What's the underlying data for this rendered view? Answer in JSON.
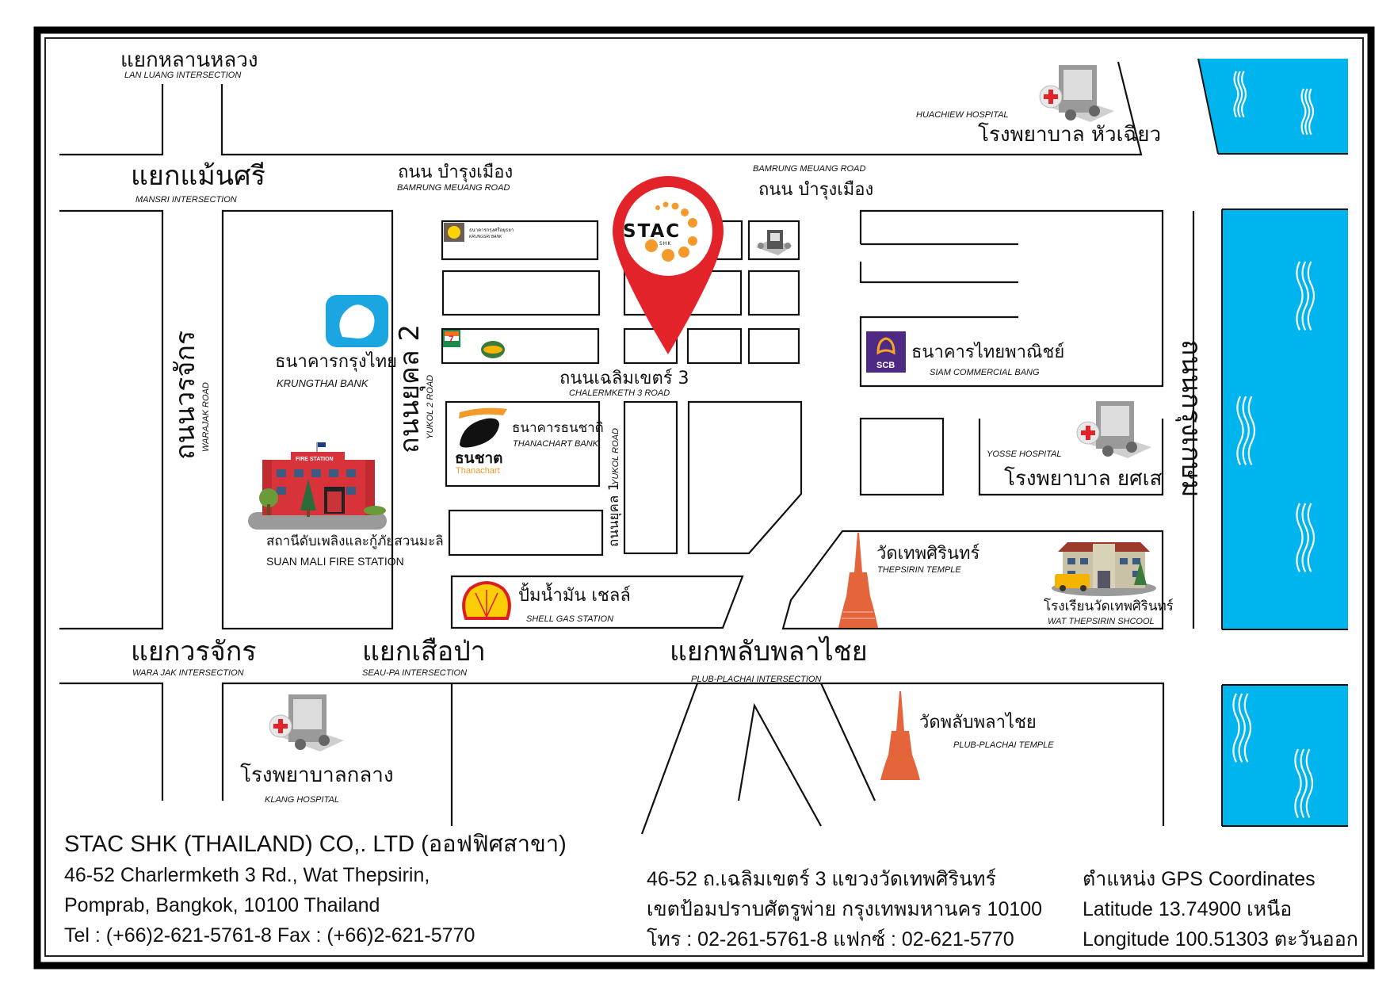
{
  "map": {
    "intersections": {
      "lan_luang": {
        "th": "แยกหลานหลวง",
        "en": "LAN LUANG INTERSECTION"
      },
      "mansri": {
        "th": "แยกแม้นศรี",
        "en": "MANSRI INTERSECTION"
      },
      "wara_jak": {
        "th": "แยกวรจักร",
        "en": "WARA JAK INTERSECTION"
      },
      "seau_pa": {
        "th": "แยกเสือป่า",
        "en": "SEAU-PA INTERSECTION"
      },
      "plub_plachai": {
        "th": "แยกพลับพลาไชย",
        "en": "PLUB-PLACHAI INTERSECTION"
      }
    },
    "roads": {
      "bamrung_meuang_left": {
        "th": "ถนน บำรุงเมือง",
        "en": "BAMRUNG MEUANG ROAD"
      },
      "bamrung_meuang_right": {
        "th": "ถนน บำรุงเมือง",
        "en": "BAMRUNG MEUANG ROAD"
      },
      "warajak": {
        "th": "ถนนวรจักร",
        "en": "WARAJAK ROAD"
      },
      "yukol2": {
        "th": "ถนนยุคล 2",
        "en": "YUKOL 2 ROAD"
      },
      "yukol1": {
        "th": "ถนนยุคล 1",
        "en": "YUKOL ROAD"
      },
      "chalermketh3": {
        "th": "ถนนเฉลิมเขตร์ 3",
        "en": "CHALERMKETH 3 ROAD"
      },
      "krung_kasem": {
        "th": "ถนนกรุงเกษม"
      }
    },
    "landmarks": {
      "huachiew": {
        "th": "โรงพยาบาล หัวเฉียว",
        "en": "HUACHIEW HOSPITAL",
        "icon": "hospital-icon"
      },
      "krungsri": {
        "th": "ธนาคารกรุงศรีอยุธยา",
        "en": "KRUNGSRI BANK",
        "icon": "krungsri-logo-icon"
      },
      "krungthai": {
        "th": "ธนาคารกรุงไทย",
        "en": "KRUNGTHAI BANK",
        "icon": "krungthai-logo-icon"
      },
      "fire_station": {
        "th": "สถานีดับเพลิงและกู้ภัยสวนมะลิ",
        "en": "SUAN MALI FIRE STATION",
        "sign": "FIRE STATION",
        "icon": "fire-station-icon"
      },
      "seven_eleven": {
        "icon": "seven-eleven-logo-icon"
      },
      "amazon": {
        "icon": "amazon-cafe-logo-icon"
      },
      "thanachart": {
        "th": "ธนาคารธนชาติ",
        "en": "THANACHART BANK",
        "logo_th": "ธนชาต",
        "logo_en": "Thanachart",
        "icon": "thanachart-logo-icon"
      },
      "scb": {
        "th": "ธนาคารไทยพาณิชย์",
        "en": "SIAM COMMERCIAL BANG",
        "logo": "SCB",
        "icon": "scb-logo-icon"
      },
      "yosse": {
        "th": "โรงพยาบาล ยศเส",
        "en": "YOSSE HOSPITAL",
        "icon": "hospital-icon"
      },
      "shell": {
        "th": "ปั้มน้ำมัน เชลล์",
        "en": "SHELL GAS STATION",
        "icon": "shell-logo-icon"
      },
      "thepsirin_temple": {
        "th": "วัดเทพศิรินทร์",
        "en": "THEPSIRIN TEMPLE",
        "icon": "temple-stupa-icon"
      },
      "thepsirin_school": {
        "th": "โรงเรียนวัดเทพศิรินทร์",
        "en": "WAT THEPSIRIN SHCOOL",
        "icon": "school-icon"
      },
      "klang": {
        "th": "โรงพยาบาลกลาง",
        "en": "KLANG HOSPITAL",
        "icon": "hospital-icon"
      },
      "plub_plachai_temple": {
        "th": "วัดพลับพลาไชย",
        "en": "PLUB-PLACHAI TEMPLE",
        "icon": "temple-stupa-icon"
      },
      "cinema": {
        "icon": "cinema-building-icon"
      }
    },
    "pin": {
      "brand": "STAC",
      "sub": "SHK",
      "icon": "location-pin-icon",
      "color": "#e2232a",
      "dots_color": "#f39a2b"
    },
    "colors": {
      "river": "#00b4ed",
      "scb": "#4e2a84",
      "krungthai": "#1ba5e1",
      "thanachart_orange": "#f39a2b",
      "temple": "#e4643c"
    }
  },
  "footer": {
    "company": "STAC SHK (THAILAND) CO,. LTD (ออฟฟิศสาขา)",
    "address_en_1": "46-52 Charlermketh 3 Rd., Wat Thepsirin,",
    "address_en_2": "Pomprab, Bangkok, 10100 Thailand",
    "contact_en": "Tel : (+66)2-621-5761-8   Fax : (+66)2-621-5770",
    "address_th_1": "46-52 ถ.เฉลิมเขตร์ 3 แขวงวัดเทพศิรินทร์",
    "address_th_2": "เขตป้อมปราบศัตรูพ่าย กรุงเทพมหานคร 10100",
    "contact_th": "โทร : 02-261-5761-8 แฟกซ์ : 02-621-5770",
    "gps_title": "ตำแหน่ง GPS Coordinates",
    "latitude": "Latitude    13.74900   เหนือ",
    "longitude": "Longitude 100.51303 ตะวันออก"
  }
}
